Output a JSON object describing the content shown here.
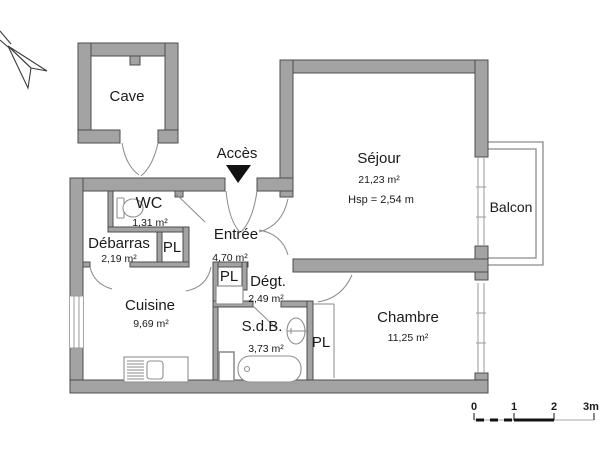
{
  "access": {
    "label": "Accès"
  },
  "rooms": {
    "cave": {
      "label": "Cave"
    },
    "wc": {
      "label": "WC",
      "area": "1,31 m²"
    },
    "debarras": {
      "label": "Débarras",
      "area": "2,19 m²"
    },
    "entree": {
      "label": "Entrée",
      "area": "4,70 m²"
    },
    "sejour": {
      "label": "Séjour",
      "area": "21,23 m²",
      "ceiling": "Hsp = 2,54 m"
    },
    "balcon": {
      "label": "Balcon"
    },
    "cuisine": {
      "label": "Cuisine",
      "area": "9,69 m²"
    },
    "degagement": {
      "label": "Dégt.",
      "area": "2,49 m²"
    },
    "sdb": {
      "label": "S.d.B.",
      "area": "3,73 m²"
    },
    "chambre": {
      "label": "Chambre",
      "area": "11,25 m²"
    },
    "placard1": {
      "label": "PL"
    },
    "placard2": {
      "label": "PL"
    },
    "placard3": {
      "label": "PL"
    }
  },
  "scale_bar": {
    "ticks": [
      "0",
      "1",
      "2",
      "3m"
    ]
  },
  "colors": {
    "wall_fill": "#a3a3a3",
    "wall_stroke": "#4d4d4d",
    "thin_line": "#8a8a8a",
    "text": "#1a1a1a",
    "arrow": "#111111",
    "background": "#ffffff"
  }
}
